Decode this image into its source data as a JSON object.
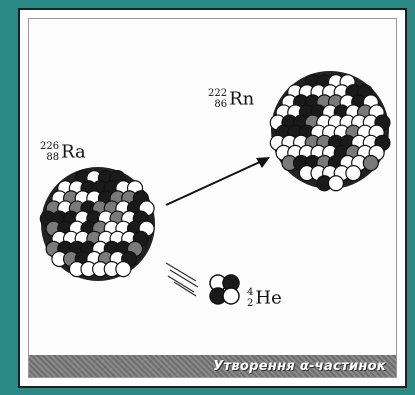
{
  "parent": {
    "mass": "226",
    "charge": "88",
    "symbol": "Ra"
  },
  "daughter": {
    "mass": "222",
    "charge": "86",
    "symbol": "Rn"
  },
  "alpha": {
    "mass": "4",
    "charge": "2",
    "symbol": "He"
  },
  "caption": "Утворення α-частинок",
  "colors": {
    "background": "#2b8a86",
    "nucleon_dark": "#1a1a1a",
    "nucleon_mid": "#7a7a7a",
    "nucleon_light": "#ffffff"
  }
}
